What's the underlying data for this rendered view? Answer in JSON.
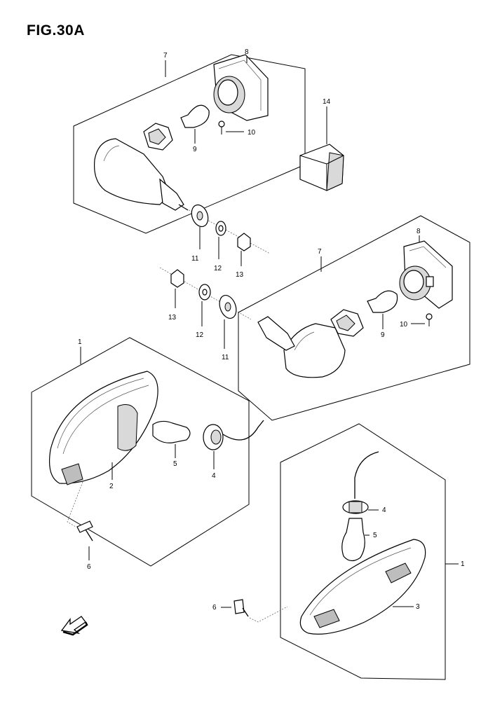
{
  "title": "FIG.30A",
  "callouts": {
    "c7_top": "7",
    "c8_top": "8",
    "c9_top": "9",
    "c10_top": "10",
    "c14": "14",
    "c11_top": "11",
    "c12_top": "12",
    "c13_top": "13",
    "c7_mid": "7",
    "c8_mid": "8",
    "c9_mid": "9",
    "c10_mid": "10",
    "c13_mid": "13",
    "c12_mid": "12",
    "c11_mid": "11",
    "c1_left": "1",
    "c2": "2",
    "c5_left": "5",
    "c4_left": "4",
    "c6_left": "6",
    "c1_right": "1",
    "c4_right": "4",
    "c5_right": "5",
    "c3": "3",
    "c6_right": "6"
  },
  "front_arrow": "FWD"
}
